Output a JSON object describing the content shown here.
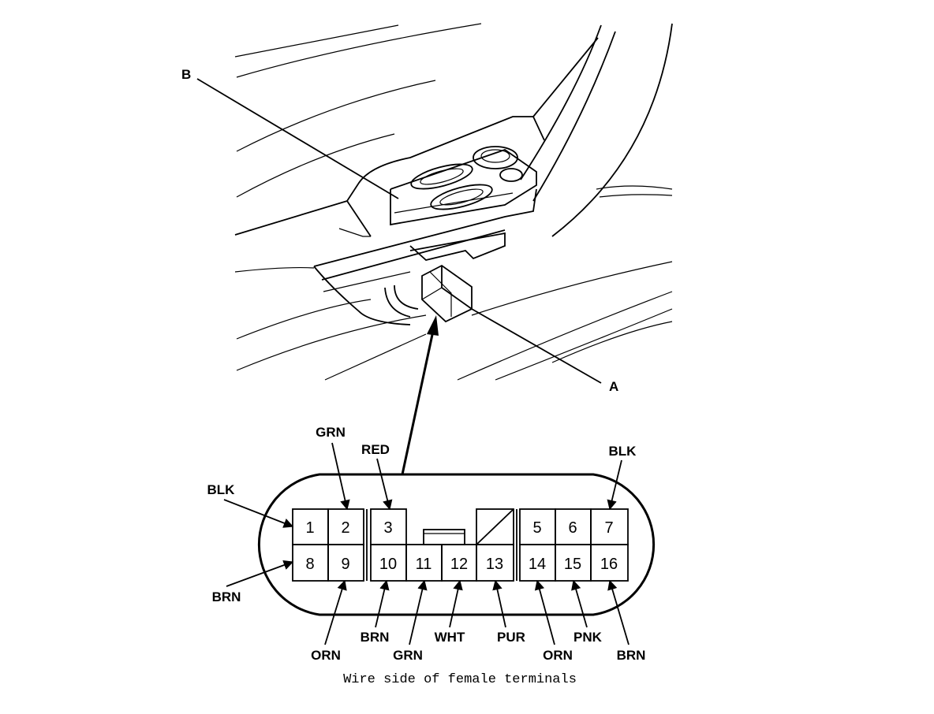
{
  "callouts": {
    "b": "B",
    "a": "A"
  },
  "connector": {
    "pins_top": [
      "1",
      "2",
      "3",
      "5",
      "6",
      "7"
    ],
    "pins_bottom": [
      "8",
      "9",
      "10",
      "11",
      "12",
      "13",
      "14",
      "15",
      "16"
    ]
  },
  "wires": {
    "grn_top": "GRN",
    "red": "RED",
    "blk_left": "BLK",
    "blk_right": "BLK",
    "brn_left": "BRN",
    "orn_9": "ORN",
    "brn_10": "BRN",
    "grn_11": "GRN",
    "wht_12": "WHT",
    "pur_13": "PUR",
    "orn_14": "ORN",
    "pnk_15": "PNK",
    "brn_16": "BRN"
  },
  "caption": "Wire side of female terminals"
}
